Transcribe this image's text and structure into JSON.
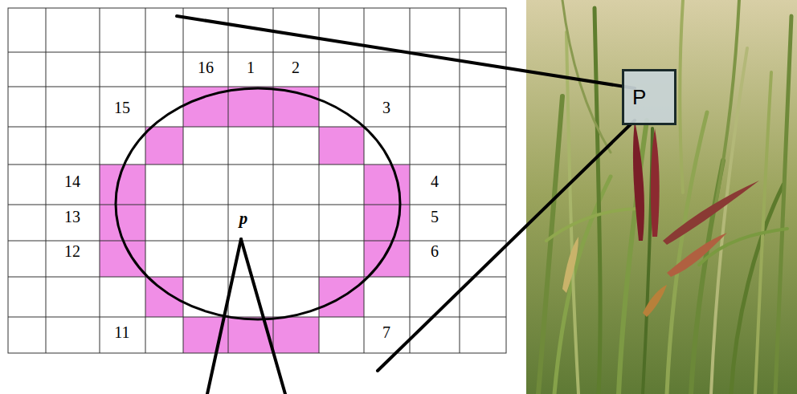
{
  "diagram": {
    "nodes": [
      {
        "text": [
          "P"
        ]
      }
    ],
    "labels": [
      "16",
      "1",
      "2",
      "15",
      "3",
      "14",
      "4",
      "13",
      "5",
      "12",
      "6",
      "11",
      "7",
      "p"
    ]
  }
}
